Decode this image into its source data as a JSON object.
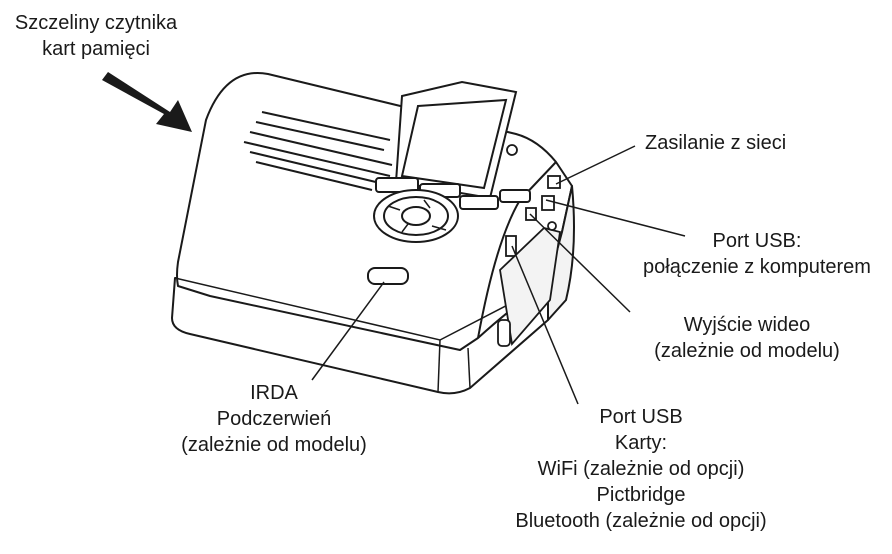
{
  "labels": {
    "card_slots": [
      "Szczeliny czytnika",
      "kart pamięci"
    ],
    "power": "Zasilanie z sieci",
    "usb_pc": [
      "Port USB:",
      "połączenie z komputerem"
    ],
    "video": [
      "Wyjście wideo",
      "(zależnie od modelu)"
    ],
    "irda": [
      "IRDA",
      "Podczerwień",
      "(zależnie od modelu)"
    ],
    "usb_cards": [
      "Port USB",
      "Karty:",
      "WiFi (zależnie od opcji)",
      "Pictbridge",
      "Bluetooth (zależnie od opcji)"
    ]
  },
  "colors": {
    "line": "#1a1a1a",
    "fill": "#ffffff",
    "shade": "#f3f3f3"
  }
}
